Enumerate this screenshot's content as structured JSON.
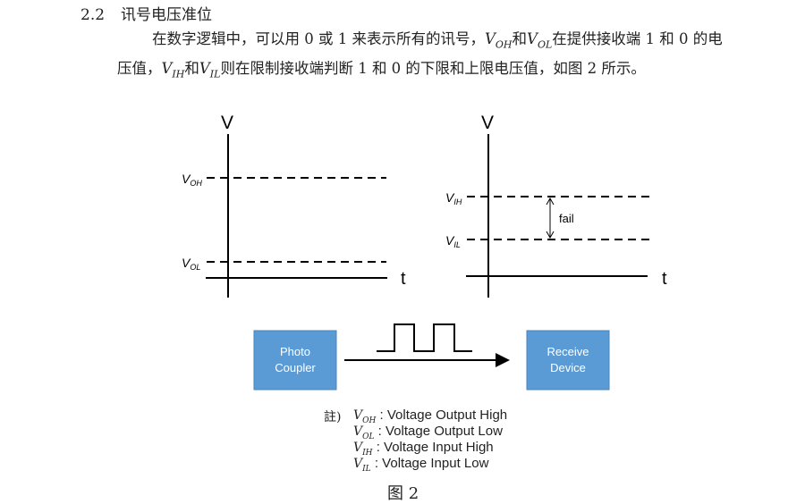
{
  "section": {
    "number": "2.2",
    "title": "讯号电压准位"
  },
  "paragraph": {
    "line1_a": "在数字逻辑中，可以用 0 或 1 来表示所有的讯号，",
    "line1_b": "和",
    "line1_c": "在提供接收端 1 和 0 的电",
    "line2_a": "压值，",
    "line2_b": "和",
    "line2_c": "则在限制接收端判断 1 和 0 的下限和上限电压值，如图 2 所示。"
  },
  "symbols": {
    "V": "V",
    "OH": "OH",
    "OL": "OL",
    "IH": "IH",
    "IL": "IL"
  },
  "diagram": {
    "left_axis_y": "V",
    "left_axis_x": "t",
    "right_axis_y": "V",
    "right_axis_x": "t",
    "fail_label": "fail",
    "box_left": {
      "line1": "Photo",
      "line2": "Coupler",
      "color": "#5b9bd5"
    },
    "box_right": {
      "line1": "Receive",
      "line2": "Device",
      "color": "#5b9bd5"
    }
  },
  "notes": {
    "prefix": "註)",
    "items": [
      {
        "sub": "OH",
        "text": ": Voltage Output High"
      },
      {
        "sub": "OL",
        "text": ": Voltage Output Low"
      },
      {
        "sub": "IH",
        "text": ": Voltage Input High"
      },
      {
        "sub": "IL",
        "text": ": Voltage Input Low"
      }
    ]
  },
  "figure_caption": "图 2"
}
